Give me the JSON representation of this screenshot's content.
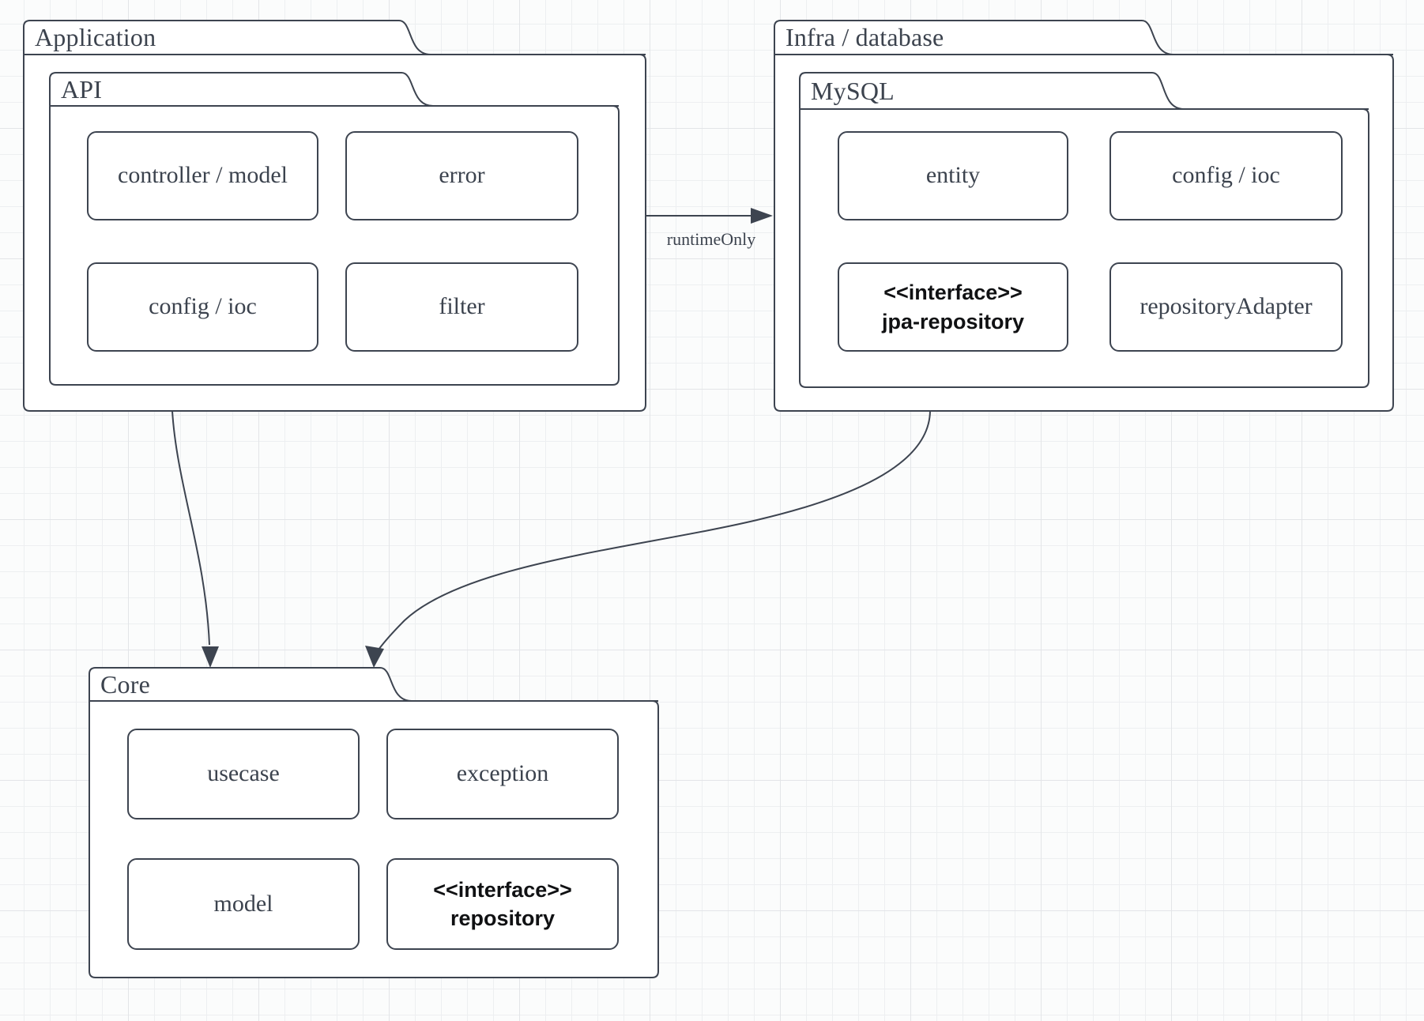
{
  "diagram": {
    "packages": {
      "application": {
        "title": "Application"
      },
      "api": {
        "title": "API",
        "boxes": [
          {
            "label": "controller / model"
          },
          {
            "label": "error"
          },
          {
            "label": "config / ioc"
          },
          {
            "label": "filter"
          }
        ]
      },
      "infra": {
        "title": "Infra / database"
      },
      "mysql": {
        "title": "MySQL",
        "boxes": [
          {
            "label": "entity"
          },
          {
            "label": "config / ioc"
          },
          {
            "stereotype": "<<interface>>",
            "label": "jpa-repository"
          },
          {
            "label": "repositoryAdapter"
          }
        ]
      },
      "core": {
        "title": "Core",
        "boxes": [
          {
            "label": "usecase"
          },
          {
            "label": "exception"
          },
          {
            "label": "model"
          },
          {
            "stereotype": "<<interface>>",
            "label": "repository"
          }
        ]
      }
    },
    "edges": [
      {
        "from": "Application",
        "to": "Infra / database",
        "label": "runtimeOnly"
      },
      {
        "from": "Application",
        "to": "Core",
        "label": ""
      },
      {
        "from": "Infra / database",
        "to": "Core",
        "label": ""
      }
    ],
    "colors": {
      "stroke": "#3d4450",
      "label_text": "#3c434e",
      "interface_text": "#101113",
      "canvas": "#fbfcfc"
    }
  }
}
